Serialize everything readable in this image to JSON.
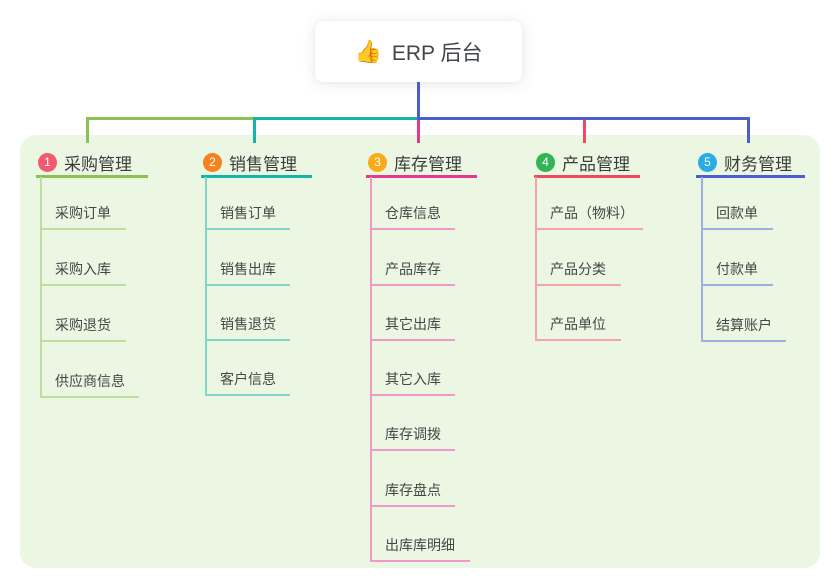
{
  "root": {
    "icon": "👍",
    "title": "ERP 后台"
  },
  "colors": {
    "canvas_bg": "#ffffff",
    "panel_bg": "#ecf7e3",
    "root_stem": "#4a5ecd"
  },
  "branches": [
    {
      "number": "1",
      "title": "采购管理",
      "colors": {
        "badge": "#f05b72",
        "line": "#8cc153",
        "light": "#bcdf9b"
      },
      "items": [
        "采购订单",
        "采购入库",
        "采购退货",
        "供应商信息"
      ]
    },
    {
      "number": "2",
      "title": "销售管理",
      "colors": {
        "badge": "#f5821f",
        "line": "#13b5a4",
        "light": "#82d5ca"
      },
      "items": [
        "销售订单",
        "销售出库",
        "销售退货",
        "客户信息"
      ]
    },
    {
      "number": "3",
      "title": "库存管理",
      "colors": {
        "badge": "#fbab19",
        "line": "#e23a8e",
        "light": "#f098c7"
      },
      "items": [
        "仓库信息",
        "产品库存",
        "其它出库",
        "其它入库",
        "库存调拨",
        "库存盘点",
        "出库库明细"
      ]
    },
    {
      "number": "4",
      "title": "产品管理",
      "colors": {
        "badge": "#33b454",
        "line": "#f04a5e",
        "light": "#f8a3ac"
      },
      "items": [
        "产品（物料）",
        "产品分类",
        "产品单位"
      ]
    },
    {
      "number": "5",
      "title": "财务管理",
      "colors": {
        "badge": "#2aabe2",
        "line": "#4a5ecd",
        "light": "#9cb0e4"
      },
      "items": [
        "回款单",
        "付款单",
        "结算账户"
      ]
    }
  ]
}
